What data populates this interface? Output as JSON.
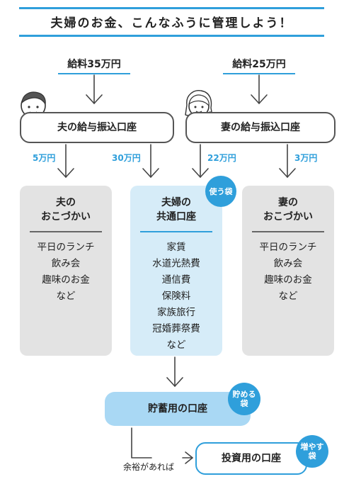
{
  "title": "夫婦のお金、こんなふうに管理しよう！",
  "incomes": {
    "husband": "給料35万円",
    "wife": "給料25万円"
  },
  "transfer_accounts": {
    "husband": "夫の給与振込口座",
    "wife": "妻の給与振込口座"
  },
  "amounts": {
    "husband_pocket": "5万円",
    "husband_shared": "30万円",
    "wife_shared": "22万円",
    "wife_pocket": "3万円"
  },
  "husband_allowance": {
    "heading": [
      "夫の",
      "おこづかい"
    ],
    "items": [
      "平日のランチ",
      "飲み会",
      "趣味のお金",
      "など"
    ]
  },
  "shared_account": {
    "heading": [
      "夫婦の",
      "共通口座"
    ],
    "badge": "使う袋",
    "items": [
      "家賃",
      "水道光熱費",
      "通信費",
      "保険料",
      "家族旅行",
      "冠婚葬祭費",
      "など"
    ]
  },
  "wife_allowance": {
    "heading": [
      "妻の",
      "おこづかい"
    ],
    "items": [
      "平日のランチ",
      "飲み会",
      "趣味のお金",
      "など"
    ]
  },
  "savings": {
    "label": "貯蓄用の口座",
    "badge": [
      "貯める",
      "袋"
    ]
  },
  "investment": {
    "label": "投資用の口座",
    "badge": [
      "増やす",
      "袋"
    ],
    "condition": "余裕があれば"
  },
  "colors": {
    "accent": "#2f9fdb",
    "card_gray": "#e3e3e3",
    "card_blue": "#d6ecf8",
    "savings_fill": "#a9d8f4"
  }
}
